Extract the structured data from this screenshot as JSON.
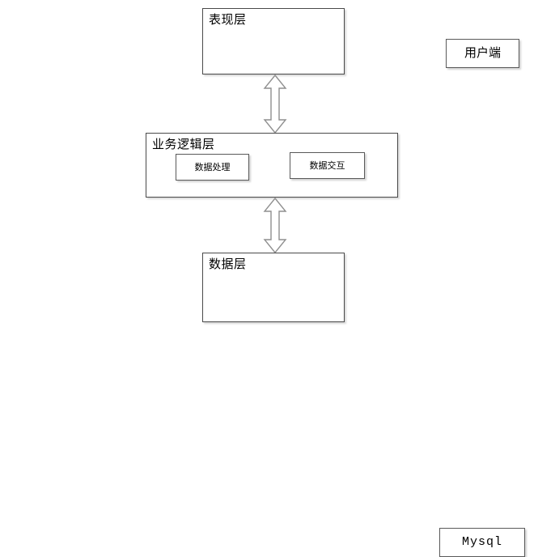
{
  "diagram": {
    "type": "layered-architecture",
    "background_color": "#ffffff",
    "border_color": "#4a4a4a",
    "arrow_fill": "#ffffff",
    "arrow_stroke": "#8f8f8f",
    "layers": [
      {
        "id": "presentation",
        "title": "表现层",
        "nodes": [
          {
            "id": "client",
            "label": "用户端"
          }
        ]
      },
      {
        "id": "business",
        "title": "业务逻辑层",
        "nodes": [
          {
            "id": "data-process",
            "label": "数据处理"
          },
          {
            "id": "data-exchange",
            "label": "数据交互"
          }
        ]
      },
      {
        "id": "data",
        "title": "数据层",
        "nodes": [
          {
            "id": "mysql",
            "label": "Mysql"
          }
        ]
      }
    ],
    "connectors": [
      {
        "id": "presentation-business",
        "from": "presentation",
        "to": "business",
        "style": "double-headed-block-arrow",
        "direction": "vertical"
      },
      {
        "id": "business-data",
        "from": "business",
        "to": "data",
        "style": "double-headed-block-arrow",
        "direction": "vertical"
      }
    ]
  }
}
